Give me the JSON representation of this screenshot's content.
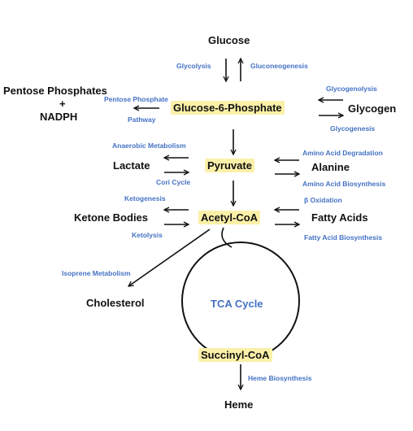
{
  "colors": {
    "highlight": "#fbf0a8",
    "pathway": "#4472c4",
    "tca": "#4472c4",
    "node": "#111111",
    "arrow": "#111111"
  },
  "nodes": {
    "glucose": "Glucose",
    "g6p": "Glucose-6-Phosphate",
    "pentose_line1": "Pentose Phosphates",
    "pentose_line2": "+",
    "pentose_line3": "NADPH",
    "glycogen": "Glycogen",
    "pyruvate": "Pyruvate",
    "lactate": "Lactate",
    "alanine": "Alanine",
    "acetyl_coa": "Acetyl-CoA",
    "ketone_bodies": "Ketone Bodies",
    "fatty_acids": "Fatty Acids",
    "cholesterol": "Cholesterol",
    "succinyl_coa": "Succinyl-CoA",
    "heme": "Heme"
  },
  "tca_cycle": "TCA Cycle",
  "pathways": {
    "glycolysis": "Glycolysis",
    "gluconeogenesis": "Gluconeogenesis",
    "pentose_phosphate_line1": "Pentose Phosphate",
    "pentose_phosphate_line2": "Pathway",
    "glycogenolysis": "Glycogenolysis",
    "glycogenesis": "Glycogenesis",
    "anaerobic_metabolism": "Anaerobic Metabolism",
    "cori_cycle": "Cori Cycle",
    "amino_acid_degradation": "Amino Acid Degradation",
    "amino_acid_biosynthesis": "Amino Acid Biosynthesis",
    "ketogenesis": "Ketogenesis",
    "ketolysis": "Ketolysis",
    "beta_oxidation": "β Oxidation",
    "fatty_acid_biosynthesis": "Fatty Acid Biosynthesis",
    "isoprene_metabolism": "Isoprene Metabolism",
    "heme_biosynthesis": "Heme Biosynthesis"
  }
}
